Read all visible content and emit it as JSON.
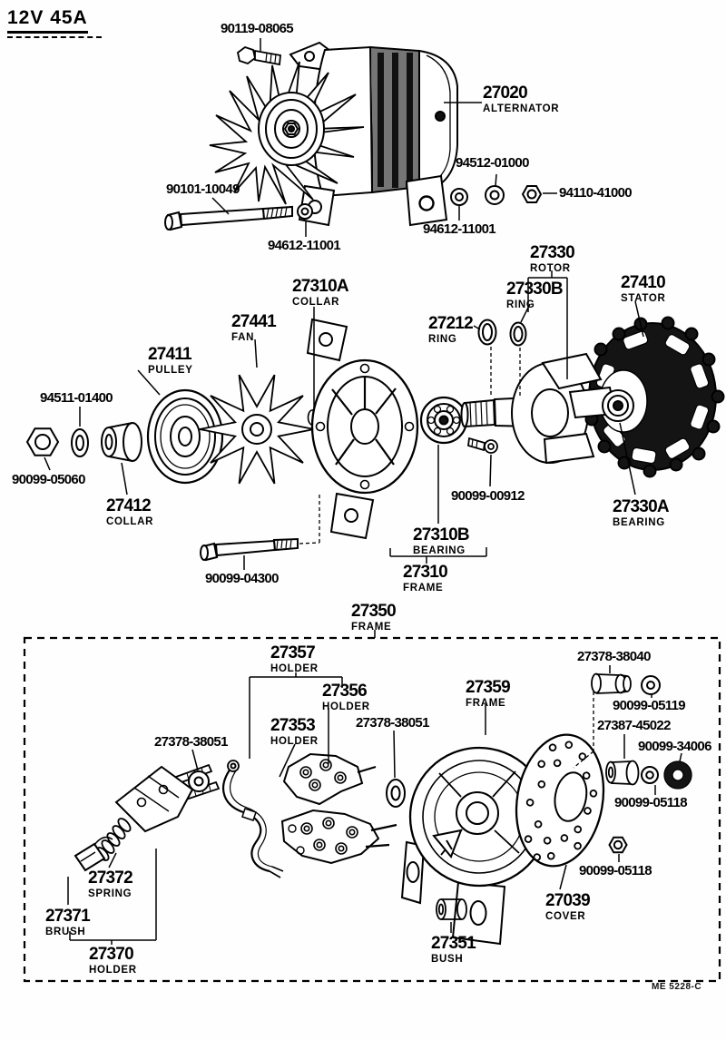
{
  "header": {
    "spec": "12V 45A"
  },
  "footer": {
    "doc_code": "ME 5228-C"
  },
  "parts": [
    {
      "number": "90119-08065",
      "name": ""
    },
    {
      "number": "27020",
      "name": "ALTERNATOR"
    },
    {
      "number": "94512-01000",
      "name": ""
    },
    {
      "number": "94110-41000",
      "name": ""
    },
    {
      "number": "90101-10049",
      "name": ""
    },
    {
      "number": "94612-11001",
      "name": ""
    },
    {
      "number": "94612-11001",
      "name": ""
    },
    {
      "number": "27330",
      "name": "ROTOR"
    },
    {
      "number": "27310A",
      "name": "COLLAR"
    },
    {
      "number": "27330B",
      "name": "RING"
    },
    {
      "number": "27410",
      "name": "STATOR"
    },
    {
      "number": "27441",
      "name": "FAN"
    },
    {
      "number": "27212",
      "name": "RING"
    },
    {
      "number": "27411",
      "name": "PULLEY"
    },
    {
      "number": "94511-01400",
      "name": ""
    },
    {
      "number": "90099-05060",
      "name": ""
    },
    {
      "number": "27412",
      "name": "COLLAR"
    },
    {
      "number": "90099-00912",
      "name": ""
    },
    {
      "number": "27330A",
      "name": "BEARING"
    },
    {
      "number": "27310B",
      "name": "BEARING"
    },
    {
      "number": "90099-04300",
      "name": ""
    },
    {
      "number": "27310",
      "name": "FRAME"
    },
    {
      "number": "27350",
      "name": "FRAME"
    },
    {
      "number": "27357",
      "name": "HOLDER"
    },
    {
      "number": "27378-38040",
      "name": ""
    },
    {
      "number": "27356",
      "name": "HOLDER"
    },
    {
      "number": "90099-05119",
      "name": ""
    },
    {
      "number": "27353",
      "name": "HOLDER"
    },
    {
      "number": "27378-38051",
      "name": ""
    },
    {
      "number": "27359",
      "name": "FRAME"
    },
    {
      "number": "27387-45022",
      "name": ""
    },
    {
      "number": "90099-34006",
      "name": ""
    },
    {
      "number": "27378-38051",
      "name": ""
    },
    {
      "number": "90099-05118",
      "name": ""
    },
    {
      "number": "27372",
      "name": "SPRING"
    },
    {
      "number": "90099-05118",
      "name": ""
    },
    {
      "number": "27371",
      "name": "BRUSH"
    },
    {
      "number": "27039",
      "name": "COVER"
    },
    {
      "number": "27370",
      "name": "HOLDER"
    },
    {
      "number": "27351",
      "name": "BUSH"
    }
  ]
}
